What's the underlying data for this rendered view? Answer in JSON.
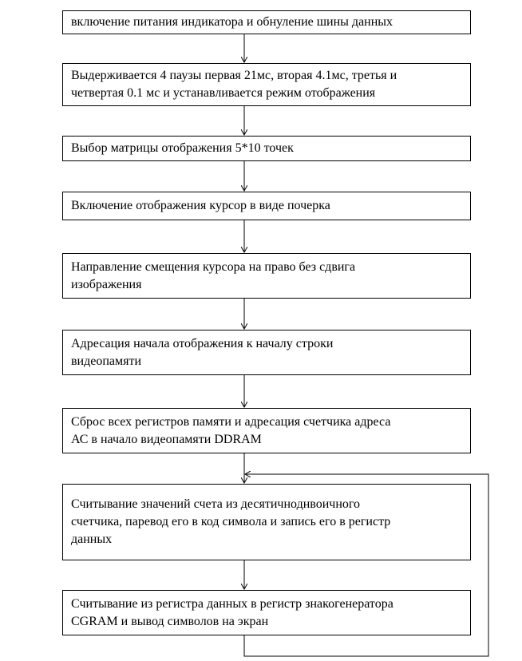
{
  "flowchart": {
    "steps": [
      {
        "text": "включение питания индикатора и обнуление шины данных"
      },
      {
        "text": "Выдерживается 4 паузы первая 21мс, вторая 4.1мс, третья и\nчетвертая 0.1 мс и устанавливается режим отображения"
      },
      {
        "text": "Выбор матрицы отображения 5*10 точек"
      },
      {
        "text": "Включение отображения курсор в виде почерка"
      },
      {
        "text": "Направление смещения курсора на право без сдвига\nизображения"
      },
      {
        "text": "Адресация начала отображения к началу строки\nвидеопамяти"
      },
      {
        "text": "Сброс всех регистров памяти и адресация счетчика адреса\nАС в начало видеопамяти DDRAM"
      },
      {
        "text": "Считывание значений счета из десятичноднвоичного\nсчетчика, паревод его в код символа и запись его в регистр\nданных"
      },
      {
        "text": "Считывание из регистра данных в регистр знакогенератора\nCGRAM и вывод символов на экран"
      }
    ],
    "colors": {
      "line": "#000000",
      "box_border": "#000000",
      "background": "#ffffff"
    }
  }
}
